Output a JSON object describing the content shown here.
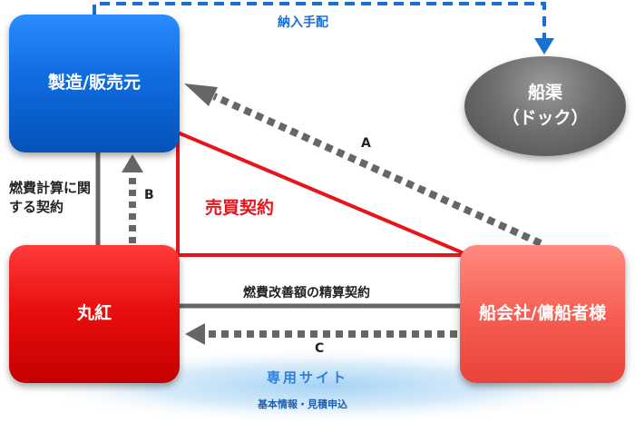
{
  "nodes": {
    "manufacturer": "製造/販売元",
    "marubeni": "丸紅",
    "ship_company": "船会社/傭船者様",
    "dock_line1": "船渠",
    "dock_line2": "（ドック）"
  },
  "labels": {
    "delivery": "納入手配",
    "arrow_a": "A",
    "arrow_b": "B",
    "arrow_c": "C",
    "sales_contract": "売買契約",
    "fuel_calc_contract": "燃費計算に関する契約",
    "fuel_settlement_contract": "燃費改善額の精算契約"
  },
  "site": {
    "title": "専用サイト",
    "subtitle": "基本情報・見積申込"
  },
  "colors": {
    "manufacturer": "#0f6ce0",
    "marubeni": "#e80c0c",
    "ship_company": "#f55b50",
    "dock": "#6f6f6f",
    "delivery_arrow": "#1a6fd0",
    "dotted_arrow": "#666666",
    "contract_line": "#e8141b"
  }
}
